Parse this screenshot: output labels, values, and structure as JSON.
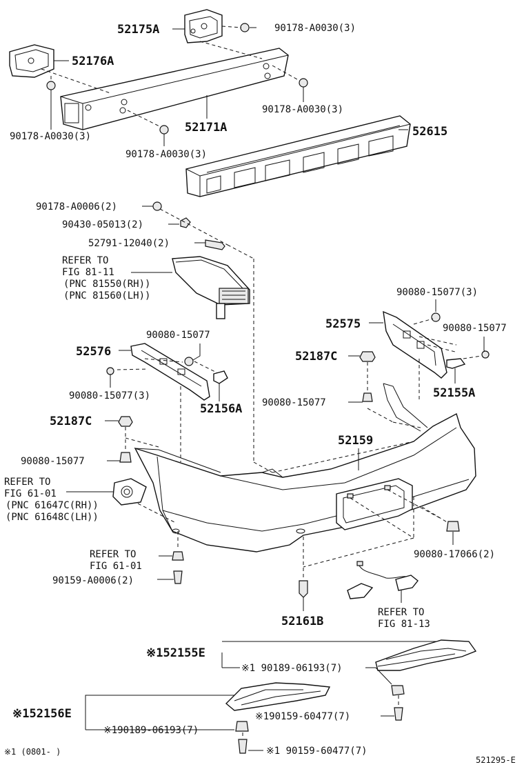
{
  "diagram": {
    "labels": {
      "p52175A": "52175A",
      "p90178_a1": "90178-A0030(3)",
      "p52176A": "52176A",
      "p90178_b1": "90178-A0030(3)",
      "p52171A": "52171A",
      "p90178_c1": "90178-A0030(3)",
      "p90178_d1": "90178-A0030(3)",
      "p52615": "52615",
      "p90178_a6": "90178-A0006(2)",
      "p90430": "90430-05013(2)",
      "p52791": "52791-12040(2)",
      "refer1_1": "REFER TO",
      "refer1_2": "FIG 81-11",
      "refer1_3": "(PNC 81550(RH))",
      "refer1_4": "(PNC 81560(LH))",
      "p90080_15077_3a": "90080-15077(3)",
      "p52575": "52575",
      "p90080_15077_r": "90080-15077",
      "p52576": "52576",
      "p90080_15077_m": "90080-15077",
      "p52187C_r": "52187C",
      "p52155A": "52155A",
      "p90080_15077_3b": "90080-15077(3)",
      "p52156A": "52156A",
      "p90080_15077_c": "90080-15077",
      "p52187C_l": "52187C",
      "p52159": "52159",
      "p90080_15077_l": "90080-15077",
      "refer2_1": "REFER TO",
      "refer2_2": "FIG 61-01",
      "refer2_3": "(PNC 61647C(RH))",
      "refer2_4": "(PNC 61648C(LH))",
      "refer3_1": "REFER TO",
      "refer3_2": "FIG 61-01",
      "p90159_a6": "90159-A0006(2)",
      "p90080_17066": "90080-17066(2)",
      "p52161B": "52161B",
      "refer4_1": "REFER TO",
      "refer4_2": "FIG 81-13",
      "p52155E": "※152155E",
      "p90189_a": "※1 90189-06193(7)",
      "p52156E": "※152156E",
      "p90159_60477_a": "※190159-60477(7)",
      "p90189_b": "※190189-06193(7)",
      "p90159_60477_b": "※1 90159-60477(7)",
      "footnote": "※1 (0801-          )",
      "figure_code": "521295-E"
    }
  }
}
